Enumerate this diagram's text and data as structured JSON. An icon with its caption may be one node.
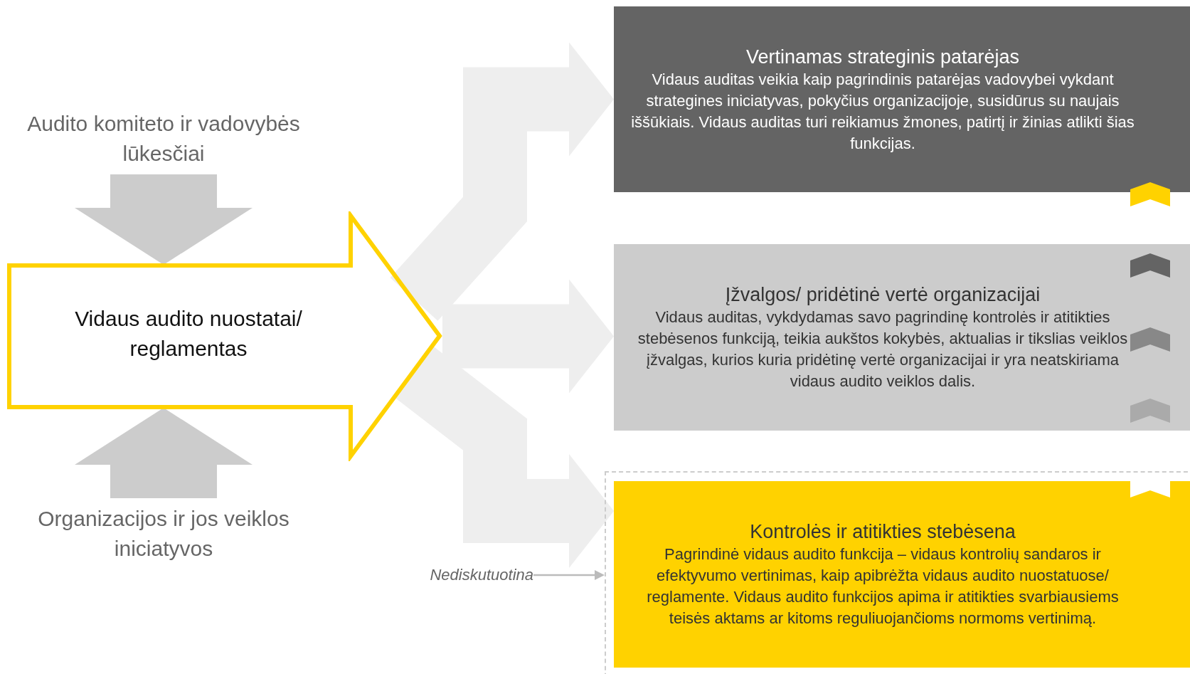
{
  "diagram": {
    "nodes": [
      {
        "text": [
          "Audito komiteto ir vadovybės lūkesčiai"
        ]
      },
      {
        "text": [
          "Organizacijos ir jos veiklos iniciatyvos"
        ]
      },
      {
        "text": [
          "Vidaus audito nuostatai/ reglamentas"
        ]
      },
      {
        "text": [
          "Vertinamas strateginis patarėjas",
          "Vidaus auditas veikia kaip pagrindinis patarėjas vadovybei vykdant strategines iniciatyvas, pokyčius organizacijoje, susidūrus su naujais iššūkiais. Vidaus auditas turi reikiamus žmones, patirtį ir žinias atlikti šias funkcijas."
        ]
      },
      {
        "text": [
          "Įžvalgos/ pridėtinė vertė organizacijai",
          "Vidaus auditas, vykdydamas savo pagrindinę kontrolės ir atitikties stebėsenos funkciją, teikia aukštos kokybės, aktualias ir tikslias veiklos įžvalgas, kurios kuria pridėtinę vertė organizacijai ir yra neatskiriama vidaus audito veiklos dalis."
        ]
      },
      {
        "text": [],
        "shape": "box"
      },
      {
        "text": [
          "Kontrolės ir atitikties stebėsena",
          "Pagrindinė vidaus audito funkcija – vidaus kontrolių sandaros ir efektyvumo vertinimas, kaip apibrėžta vidaus audito nuostatuose/ reglamente. Vidaus audito funkcijos apima ir atitikties svarbiausiems teisės aktams ar kitoms reguliuojančioms normoms vertinimą."
        ],
        "in": 5
      },
      {
        "text": [
          "Nediskutuotina"
        ]
      }
    ],
    "edges": [
      {
        "from": 0,
        "to": 2,
        "arrow": "to",
        "color": "#cccccc"
      },
      {
        "from": 1,
        "to": 2,
        "arrow": "to",
        "color": "#cccccc"
      },
      {
        "from": 2,
        "to": 3,
        "arrow": "to",
        "color": "#eeeeee"
      },
      {
        "from": 2,
        "to": 4,
        "arrow": "to",
        "color": "#eeeeee"
      },
      {
        "from": 2,
        "to": 6,
        "arrow": "to",
        "color": "#eeeeee"
      },
      {
        "from": 7,
        "to": 5,
        "arrow": "to",
        "color": "#bbbbbb"
      }
    ]
  }
}
